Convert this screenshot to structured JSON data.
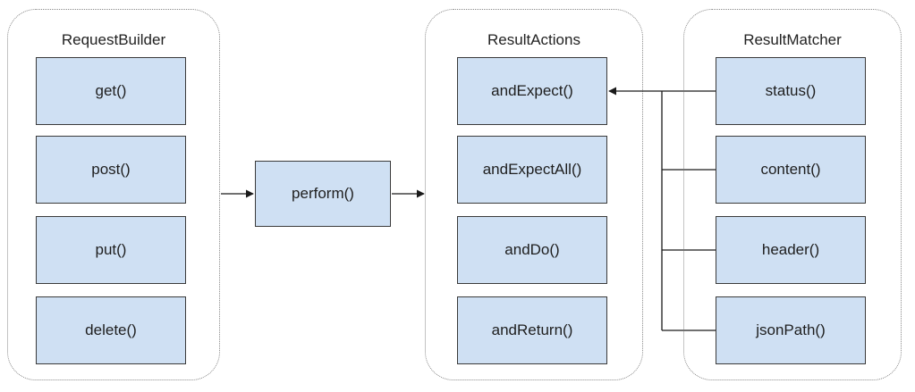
{
  "request_builder": {
    "title": "RequestBuilder",
    "methods": [
      "get()",
      "post()",
      "put()",
      "delete()"
    ]
  },
  "perform": {
    "label": "perform()"
  },
  "result_actions": {
    "title": "ResultActions",
    "methods": [
      "andExpect()",
      "andExpectAll()",
      "andDo()",
      "andReturn()"
    ]
  },
  "result_matcher": {
    "title": "ResultMatcher",
    "methods": [
      "status()",
      "content()",
      "header()",
      "jsonPath()"
    ]
  },
  "colors": {
    "node_fill": "#cfe0f3",
    "node_border": "#3a3a3a",
    "group_border": "#8a8a8a",
    "arrow": "#1a1a1a"
  }
}
